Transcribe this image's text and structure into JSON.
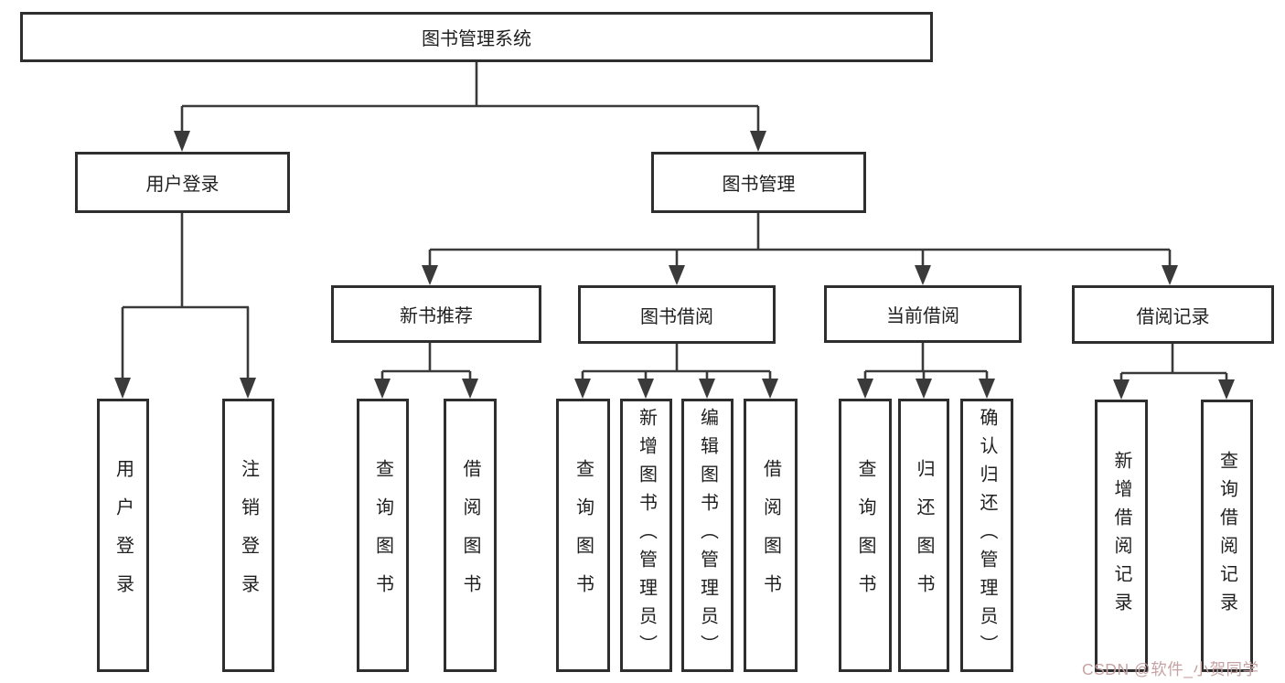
{
  "diagram": {
    "title_node": {
      "label": "图书管理系统"
    },
    "level2": {
      "user_login": {
        "label": "用户登录"
      },
      "book_management": {
        "label": "图书管理"
      }
    },
    "level3": {
      "new_book_recommend": {
        "label": "新书推荐"
      },
      "book_borrow": {
        "label": "图书借阅"
      },
      "current_borrow": {
        "label": "当前借阅"
      },
      "borrow_record": {
        "label": "借阅记录"
      }
    },
    "user_login_children": [
      {
        "label": "用户登录"
      },
      {
        "label": "注销登录"
      }
    ],
    "new_book_children": [
      {
        "label": "查询图书"
      },
      {
        "label": "借阅图书"
      }
    ],
    "book_borrow_children": [
      {
        "label": "查询图书"
      },
      {
        "label": "新增图书（管理员）"
      },
      {
        "label": "编辑图书（管理员）"
      },
      {
        "label": "借阅图书"
      }
    ],
    "current_borrow_children": [
      {
        "label": "查询图书"
      },
      {
        "label": "归还图书"
      },
      {
        "label": "确认归还（管理员）"
      }
    ],
    "borrow_record_children": [
      {
        "label": "新增借阅记录"
      },
      {
        "label": "查询借阅记录"
      }
    ]
  },
  "watermark": {
    "text": "CSDN @软件_小贺同学"
  },
  "colors": {
    "line": "#3a3a3a",
    "box_border": "#2e2e2e",
    "text": "#1f1f1f",
    "watermark": "#c6a3a3",
    "background": "#ffffff"
  }
}
